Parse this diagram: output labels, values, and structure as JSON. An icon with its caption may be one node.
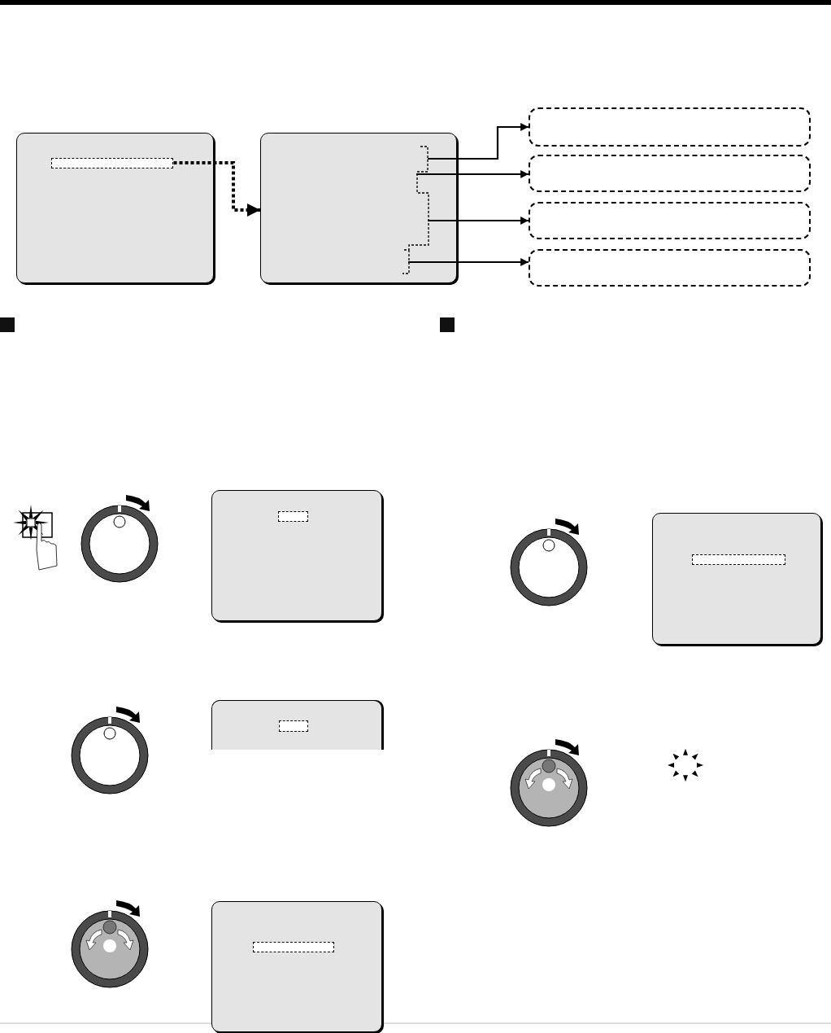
{
  "diagram": {
    "nodes": [
      {
        "text": [],
        "shape": "box"
      },
      {
        "text": [],
        "shape": "box",
        "in": 0
      },
      {
        "text": [],
        "shape": "box"
      },
      {
        "text": [],
        "shape": "bracket",
        "in": 2
      },
      {
        "text": [],
        "shape": "box"
      },
      {
        "text": [],
        "shape": "box"
      },
      {
        "text": [],
        "shape": "box"
      },
      {
        "text": [],
        "shape": "box"
      },
      {
        "text": [],
        "shape": "box"
      },
      {
        "text": [],
        "shape": "box",
        "in": 8
      },
      {
        "text": [],
        "shape": "box"
      },
      {
        "text": [],
        "shape": "box",
        "in": 10
      },
      {
        "text": [],
        "shape": "box"
      },
      {
        "text": [],
        "shape": "box",
        "in": 12
      },
      {
        "text": [],
        "shape": "box"
      },
      {
        "text": [],
        "shape": "box",
        "in": 14
      }
    ],
    "edges": [
      {
        "from": 1,
        "to": 2,
        "arrow": "to",
        "style": "dashed"
      },
      {
        "from": 3,
        "to": 4,
        "arrow": "to"
      },
      {
        "from": 3,
        "to": 5,
        "arrow": "to"
      },
      {
        "from": 3,
        "to": 6,
        "arrow": "to"
      },
      {
        "from": 3,
        "to": 7,
        "arrow": "to"
      }
    ]
  }
}
